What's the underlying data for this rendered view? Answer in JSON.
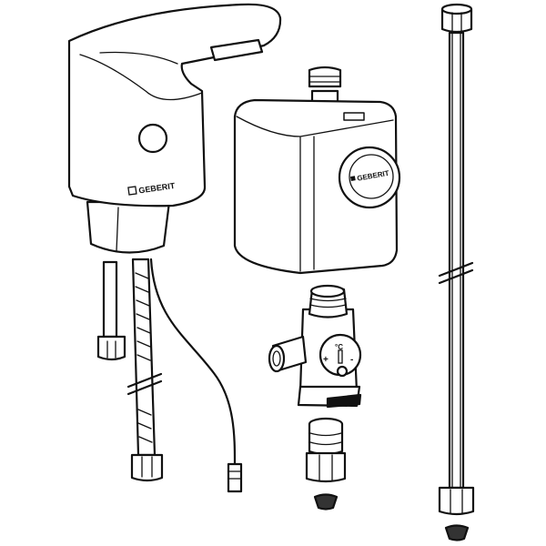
{
  "diagram": {
    "faucet_logo": "GEBERIT",
    "control_box_logo": "GEBERIT",
    "thermostat_unit": "°C",
    "thermostat_plus": "+",
    "thermostat_minus": "-"
  }
}
